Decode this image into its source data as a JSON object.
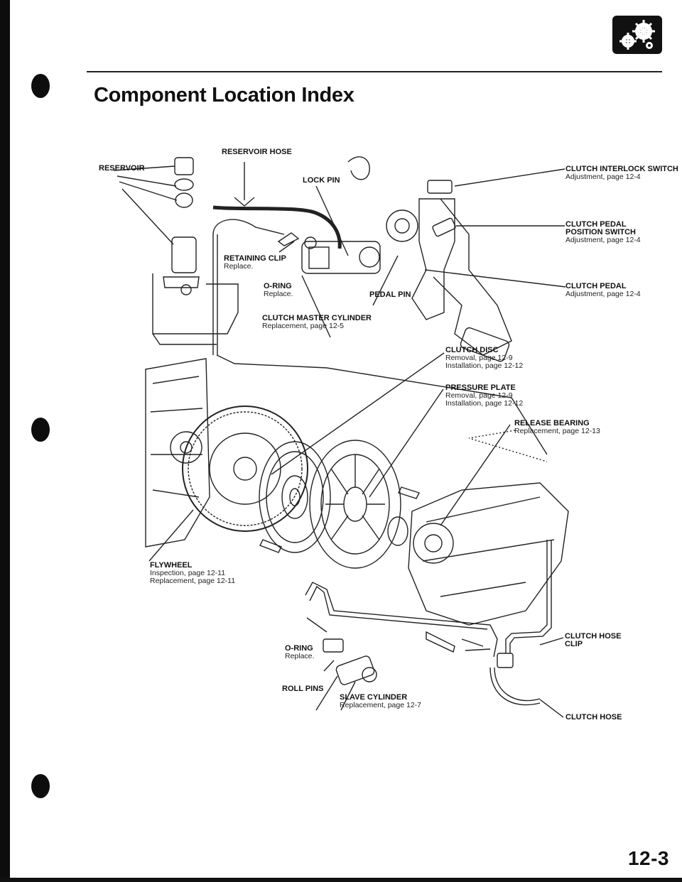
{
  "title": "Component Location Index",
  "page_number": "12-3",
  "header_icon": "gear-engine-icon",
  "labels": {
    "reservoir": "RESERVOIR",
    "reservoir_hose": "RESERVOIR HOSE",
    "lock_pin": "LOCK PIN",
    "interlock_switch": {
      "name": "CLUTCH INTERLOCK SWITCH",
      "note": "Adjustment, page 12-4"
    },
    "pedal_position_switch": {
      "name1": "CLUTCH PEDAL",
      "name2": "POSITION SWITCH",
      "note": "Adjustment, page 12-4"
    },
    "retaining_clip": {
      "name": "RETAINING CLIP",
      "note": "Replace."
    },
    "oring_top": {
      "name": "O-RING",
      "note": "Replace."
    },
    "pedal_pin": "PEDAL PIN",
    "clutch_pedal": {
      "name": "CLUTCH PEDAL",
      "note": "Adjustment, page 12-4"
    },
    "master_cylinder": {
      "name": "CLUTCH MASTER CYLINDER",
      "note": "Replacement, page 12-5"
    },
    "clutch_disc": {
      "name": "CLUTCH DISC",
      "note1": "Removal, page 12-9",
      "note2": "Installation, page 12-12"
    },
    "pressure_plate": {
      "name": "PRESSURE PLATE",
      "note1": "Removal, page 12-9",
      "note2": "Installation, page 12-12"
    },
    "release_bearing": {
      "name": "RELEASE BEARING",
      "note": "Replacement, page 12-13"
    },
    "flywheel": {
      "name": "FLYWHEEL",
      "note1": "Inspection, page 12-11",
      "note2": "Replacement, page 12-11"
    },
    "clutch_hose_clip": {
      "name1": "CLUTCH HOSE",
      "name2": "CLIP"
    },
    "oring_bottom": {
      "name": "O-RING",
      "note": "Replace."
    },
    "roll_pins": "ROLL PINS",
    "slave_cylinder": {
      "name": "SLAVE CYLINDER",
      "note": "Replacement, page 12-7"
    },
    "clutch_hose": "CLUTCH HOSE"
  }
}
